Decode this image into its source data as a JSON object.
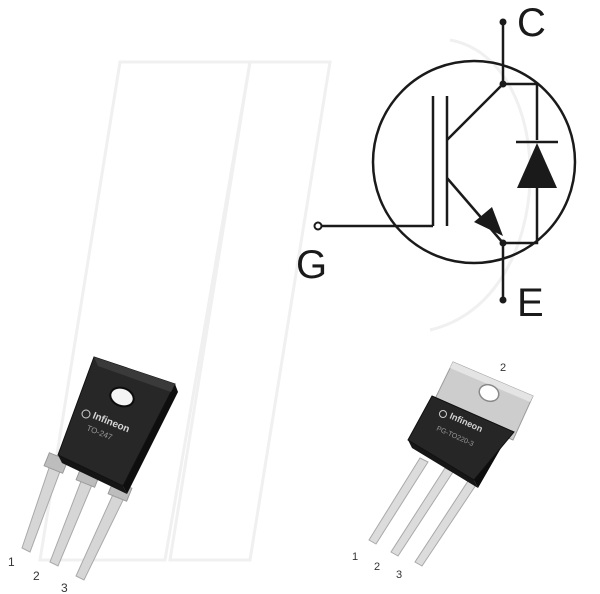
{
  "symbol": {
    "collector_label": "C",
    "gate_label": "G",
    "emitter_label": "E"
  },
  "package_left": {
    "brand_text": "Infineon",
    "marking_text": "TO-247",
    "pins": [
      "1",
      "2",
      "3"
    ]
  },
  "package_right": {
    "brand_text": "Infineon",
    "marking_text": "PG-TO220-3",
    "tab_label": "2",
    "pins": [
      "1",
      "2",
      "3"
    ]
  },
  "colors": {
    "line": "#1a1a1a",
    "package_body": "#262626",
    "lead": "#d4d4d4",
    "tab": "#c8c8c8",
    "watermark": "#f1f1f1"
  }
}
